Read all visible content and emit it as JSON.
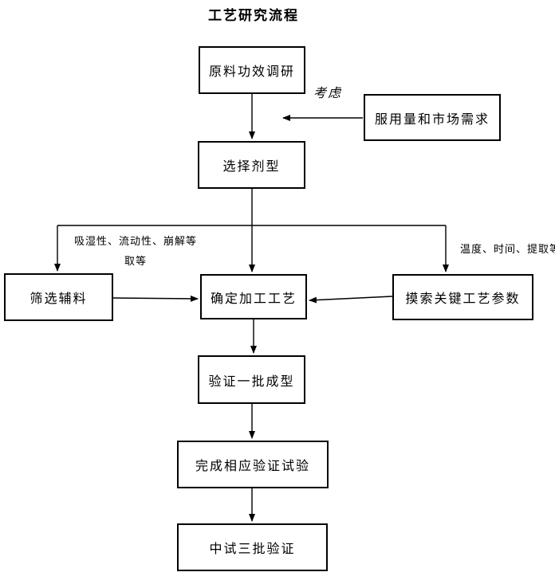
{
  "title": "工艺研究流程",
  "nodes": {
    "research": {
      "label": "原料功效调研"
    },
    "dosage": {
      "label": "服用量和市场需求"
    },
    "form": {
      "label": "选择剂型"
    },
    "excipients": {
      "label": "筛选辅料"
    },
    "process": {
      "label": "确定加工工艺"
    },
    "params": {
      "label": "摸索关键工艺参数"
    },
    "batch": {
      "label": "验证一批成型"
    },
    "verify": {
      "label": "完成相应验证试验"
    },
    "pilot": {
      "label": "中试三批验证"
    }
  },
  "labels": {
    "consider": "考虑",
    "left_factors_line1": "吸湿性、流动性、崩解等",
    "left_factors_line2": "取等",
    "right_factors": "温度、时间、提取等"
  },
  "colors": {
    "line": "#000000",
    "text": "#000000",
    "background": "#ffffff"
  }
}
